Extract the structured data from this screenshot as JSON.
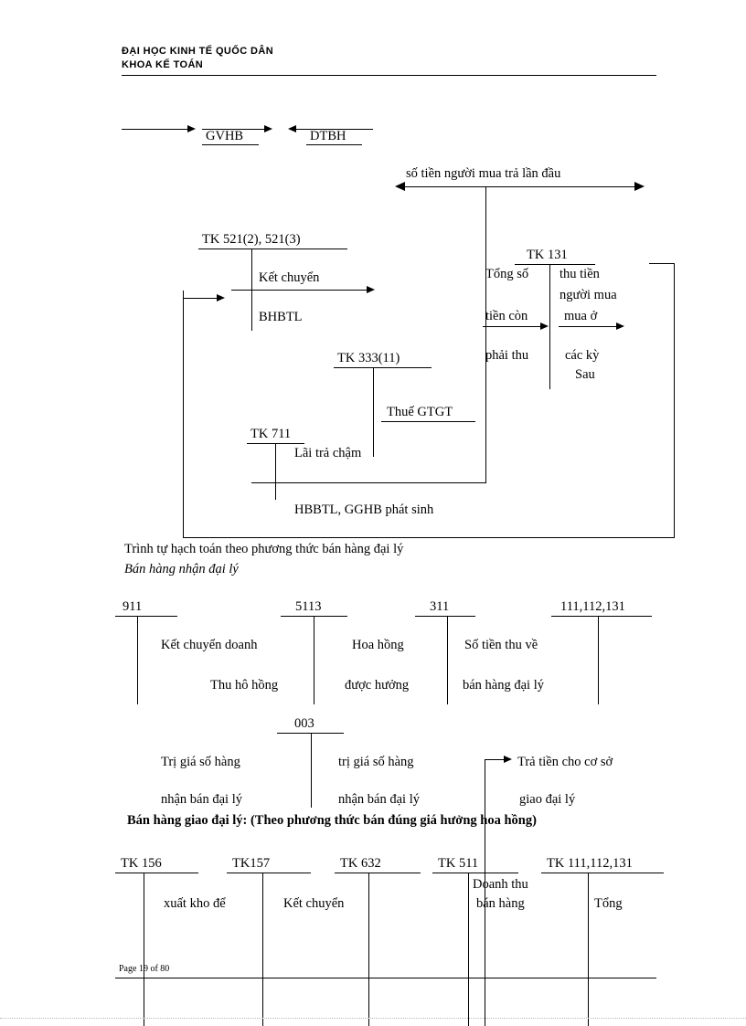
{
  "document": {
    "header_line_1": "ĐẠI HỌC KINH TẾ QUỐC DÂN",
    "header_line_2": "KHOA KẾ TOÁN",
    "footer": "Page 19 of 80"
  },
  "diagram_installment": {
    "top_flow": {
      "left_label": "GVHB",
      "right_label": "DTBH"
    },
    "caption_top": "số tiền người mua trả lần đầu",
    "accounts": {
      "tk521": "TK 521(2), 521(3)",
      "tk131": "TK 131",
      "tk333": "TK 333(11)",
      "tk711": "TK 711"
    },
    "labels": {
      "ket_chuyen": "Kết chuyển",
      "bhbtl": "BHBTL",
      "thue_gtgt": "Thuế GTGT",
      "lai_tra_cham": "Lãi trả chậm",
      "hbbtl_gghb": "HBBTL,  GGHB phát sinh"
    },
    "tk131_left_column": [
      "Tổng số",
      "tiền còn",
      "phải thu"
    ],
    "tk131_right_column": [
      "thu tiền",
      "người mua",
      "mua ở",
      "các kỳ",
      "Sau"
    ]
  },
  "section_agency": {
    "heading": "Trình tự hạch toán theo phương thức bán hàng đại lý",
    "subheading": "Bán hàng nhận đại lý",
    "accounts_row1": [
      "911",
      "5113",
      "311",
      "111,112,131"
    ],
    "row1_labels": [
      {
        "line1": "Kết chuyển doanh",
        "line2": "Thu hô hồng"
      },
      {
        "line1": "Hoa hồng",
        "line2": "được hưởng"
      },
      {
        "line1": "Số tiền thu về",
        "line2": "bán hàng đại lý"
      }
    ],
    "account_003": "003",
    "row2_labels": [
      {
        "line1": "Trị giá số hàng",
        "line2": "nhận bán đại lý"
      },
      {
        "line1": "trị giá số hàng",
        "line2": "nhận bán đại lý"
      },
      {
        "line1": "Trả tiền cho cơ sở",
        "line2": "giao đại lý"
      }
    ]
  },
  "section_consignment": {
    "heading": "Bán hàng giao đại lý:  (Theo phương thức bán đúng giá hưởng hoa hồng)",
    "accounts": [
      "TK 156",
      "TK157",
      "TK 632",
      "TK 511",
      "TK 111,112,131"
    ],
    "labels": {
      "xuat_kho": "xuất kho để",
      "ket_chuyen": "Kết chuyển",
      "doanh_thu_1": "Doanh thu",
      "doanh_thu_2": "bán hàng",
      "tong": "Tổng"
    }
  }
}
